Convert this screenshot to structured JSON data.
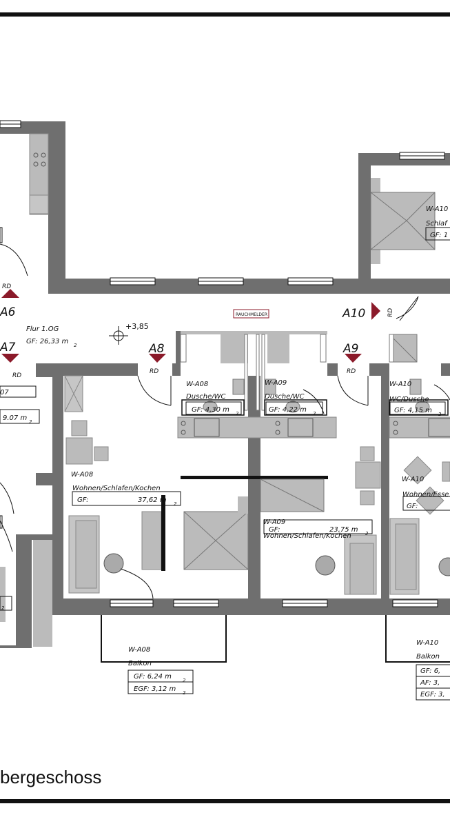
{
  "floor_caption": "bergeschoss",
  "rauchmelder": "RAUCHMELDER",
  "elevation": "+3,85",
  "rd": "RD",
  "markers": {
    "a6": "A6",
    "a7": "A7",
    "a8": "A8",
    "a9": "A9",
    "a10": "A10"
  },
  "flur": {
    "title": "Flur 1.OG",
    "area": "GF: 26,33 m",
    "unit_sub": "2"
  },
  "left_room": {
    "partial": "07",
    "area": "9.07 m",
    "unit_sub": "2"
  },
  "left_bottom": {
    "sub": "2"
  },
  "a08_bath": {
    "code": "W-A08",
    "name": "Dusche/WC",
    "area": "GF: 4,30 m",
    "sub": "2"
  },
  "a09_bath": {
    "code": "W-A09",
    "name": "Dusche/WC",
    "area": "GF: 4,22 m",
    "sub": "2"
  },
  "a10_bath": {
    "code": "W-A10",
    "name": "WC/Dusche",
    "area": "GF: 4,15 m",
    "sub": "2"
  },
  "a08_main": {
    "code": "W-A08",
    "name": "Wohnen/Schlafen/Kochen",
    "gf_label": "GF:",
    "gf_value": "37,62 m",
    "sub": "2"
  },
  "a09_main": {
    "code": "W-A09",
    "name": "Wohnen/Schlafen/Kochen",
    "gf_label": "GF:",
    "gf_value": "23,75 m",
    "sub": "2"
  },
  "a10_main": {
    "code": "W-A10",
    "name": "Wohnen/Esse",
    "gf_label": "GF:"
  },
  "a10_schlaf": {
    "code": "W-A10",
    "name": "Schlaf",
    "gf_label": "GF: 1"
  },
  "a08_balkon": {
    "code": "W-A08",
    "name": "Balkon",
    "gf": "GF: 6,24 m",
    "egf": "EGF: 3,12 m",
    "sub": "2"
  },
  "a10_balkon": {
    "code": "W-A10",
    "name": "Balkon",
    "gf": "GF: 6,",
    "af": "AF: 3,",
    "egf": "EGF: 3,"
  }
}
